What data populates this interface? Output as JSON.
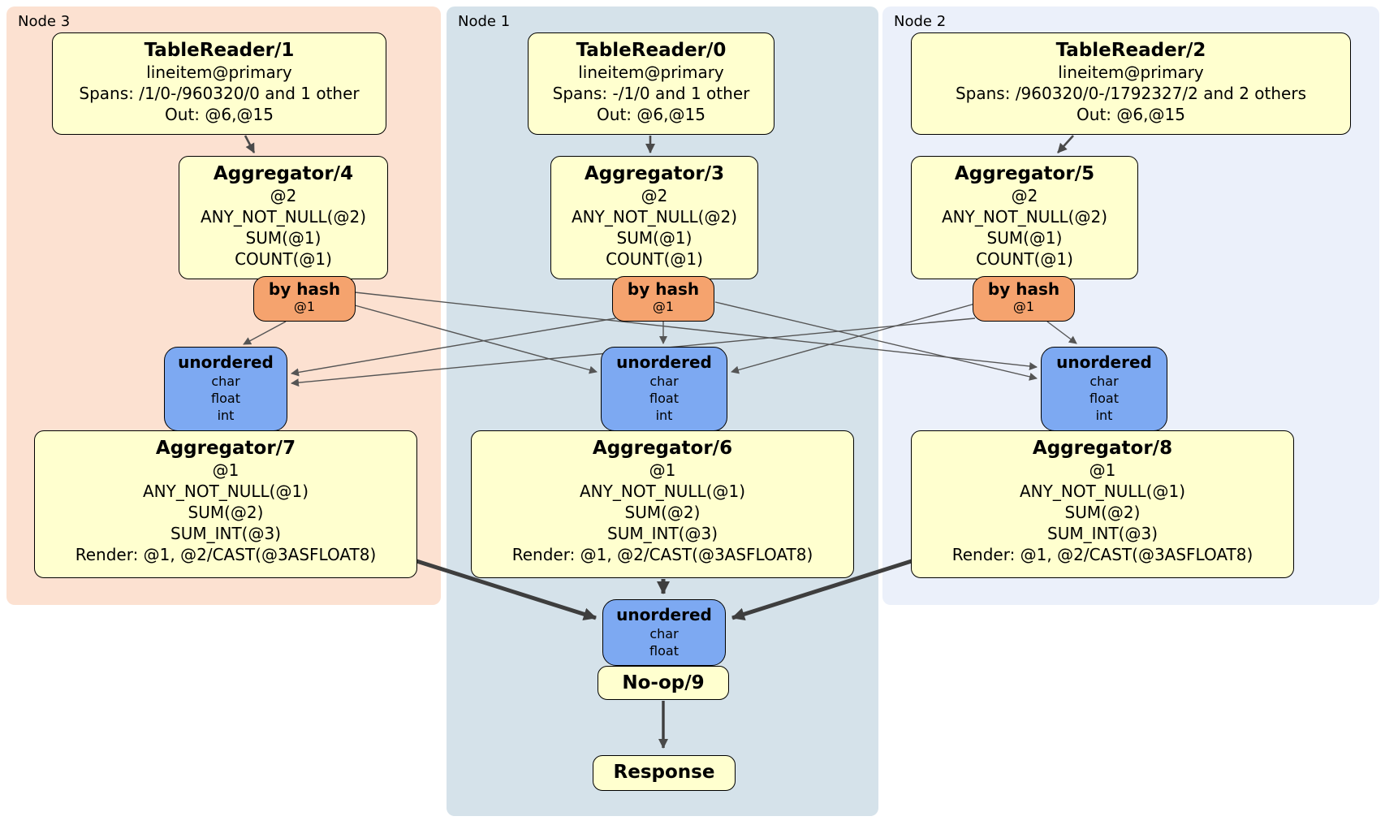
{
  "nodes": [
    {
      "label": "Node 3",
      "reader": {
        "title": "TableReader/1",
        "lines": [
          "lineitem@primary",
          "Spans: /1/0-/960320/0 and 1 other",
          "Out: @6,@15"
        ]
      },
      "agg_top": {
        "title": "Aggregator/4",
        "lines": [
          "@2",
          "ANY_NOT_NULL(@2)",
          "SUM(@1)",
          "COUNT(@1)"
        ]
      },
      "router": {
        "title": "by hash",
        "lines": [
          "@1"
        ]
      },
      "sync": {
        "title": "unordered",
        "lines": [
          "char",
          "float",
          "int"
        ]
      },
      "agg_bottom": {
        "title": "Aggregator/7",
        "lines": [
          "@1",
          "ANY_NOT_NULL(@1)",
          "SUM(@2)",
          "SUM_INT(@3)",
          "Render: @1, @2/CAST(@3ASFLOAT8)"
        ]
      }
    },
    {
      "label": "Node 1",
      "reader": {
        "title": "TableReader/0",
        "lines": [
          "lineitem@primary",
          "Spans: -/1/0 and 1 other",
          "Out: @6,@15"
        ]
      },
      "agg_top": {
        "title": "Aggregator/3",
        "lines": [
          "@2",
          "ANY_NOT_NULL(@2)",
          "SUM(@1)",
          "COUNT(@1)"
        ]
      },
      "router": {
        "title": "by hash",
        "lines": [
          "@1"
        ]
      },
      "sync": {
        "title": "unordered",
        "lines": [
          "char",
          "float",
          "int"
        ]
      },
      "agg_bottom": {
        "title": "Aggregator/6",
        "lines": [
          "@1",
          "ANY_NOT_NULL(@1)",
          "SUM(@2)",
          "SUM_INT(@3)",
          "Render: @1, @2/CAST(@3ASFLOAT8)"
        ]
      }
    },
    {
      "label": "Node 2",
      "reader": {
        "title": "TableReader/2",
        "lines": [
          "lineitem@primary",
          "Spans: /960320/0-/1792327/2 and 2 others",
          "Out: @6,@15"
        ]
      },
      "agg_top": {
        "title": "Aggregator/5",
        "lines": [
          "@2",
          "ANY_NOT_NULL(@2)",
          "SUM(@1)",
          "COUNT(@1)"
        ]
      },
      "router": {
        "title": "by hash",
        "lines": [
          "@1"
        ]
      },
      "sync": {
        "title": "unordered",
        "lines": [
          "char",
          "float",
          "int"
        ]
      },
      "agg_bottom": {
        "title": "Aggregator/8",
        "lines": [
          "@1",
          "ANY_NOT_NULL(@1)",
          "SUM(@2)",
          "SUM_INT(@3)",
          "Render: @1, @2/CAST(@3ASFLOAT8)"
        ]
      }
    }
  ],
  "tail": {
    "sync": {
      "title": "unordered",
      "lines": [
        "char",
        "float"
      ]
    },
    "noop_label": "No-op/9",
    "response_label": "Response"
  },
  "colors": {
    "node3_panel": "#fce1d1",
    "node1_panel": "#d5e2ea",
    "node2_panel": "#ebf0fa",
    "operator_box": "#ffffcf",
    "hash_router_box": "#f5a36e",
    "sync_box": "#7da9f2",
    "edge_thin": "#555555",
    "edge_thick": "#3e3e3e"
  }
}
